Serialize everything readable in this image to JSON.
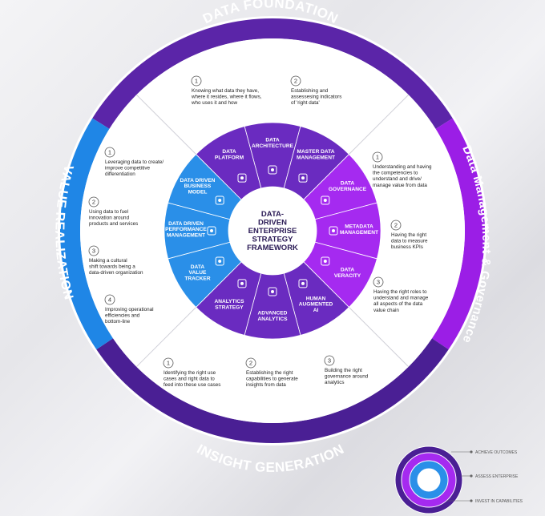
{
  "colors": {
    "purple_dark": "#4a1f94",
    "purple_top": "#5b25a8",
    "violet": "#9b1ee6",
    "blue": "#1f86e6",
    "inner_purple": "#6a2bc0",
    "inner_violet": "#a52af0",
    "inner_blue": "#2a8fe8"
  },
  "ring": {
    "top": "DATA FOUNDATION",
    "right": "Data Management & Governance",
    "bottom": "INSIGHT GENERATION",
    "left": "VALUE REALIZATION"
  },
  "core": [
    "DATA-",
    "DRIVEN",
    "ENTERPRISE",
    "STRATEGY",
    "FRAMEWORK"
  ],
  "segments": [
    {
      "lines": [
        "DATA",
        "ARCHITECTURE"
      ],
      "icon": "architecture-icon"
    },
    {
      "lines": [
        "MASTER DATA",
        "MANAGEMENT"
      ],
      "icon": "database-icon"
    },
    {
      "lines": [
        "DATA",
        "GOVERNANCE"
      ],
      "icon": "globe-icon"
    },
    {
      "lines": [
        "METADATA",
        "MANAGEMENT"
      ],
      "icon": "metadata-icon"
    },
    {
      "lines": [
        "DATA",
        "VERACITY"
      ],
      "icon": "heart-shield-icon"
    },
    {
      "lines": [
        "HUMAN",
        "AUGMENTED",
        "AI"
      ],
      "icon": "robot-icon"
    },
    {
      "lines": [
        "ADVANCED",
        "ANALYTICS"
      ],
      "icon": "gear-icon"
    },
    {
      "lines": [
        "ANALYTICS",
        "STRATEGY"
      ],
      "icon": "chess-knight-icon"
    },
    {
      "lines": [
        "DATA",
        "VALUE",
        "TRACKER"
      ],
      "icon": "cogs-icon"
    },
    {
      "lines": [
        "DATA DRIVEN",
        "PERFORMANCE",
        "MANAGEMENT"
      ],
      "icon": "settings-doc-icon"
    },
    {
      "lines": [
        "DATA DRIVEN",
        "BUSINESS",
        "MODEL"
      ],
      "icon": "chart-icon"
    },
    {
      "lines": [
        "DATA",
        "PLATFORM"
      ],
      "icon": "layers-icon"
    }
  ],
  "items": {
    "top": [
      {
        "n": "1",
        "lines": [
          "Knowing what data they have,",
          "where it resides, where it flows,",
          "who uses it and how"
        ]
      },
      {
        "n": "2",
        "lines": [
          "Establishing and",
          "assessesing indicators",
          "of 'right data'"
        ]
      }
    ],
    "right": [
      {
        "n": "1",
        "lines": [
          "Understanding and having",
          "the competencies to",
          "understand and drive/",
          "manage value from data"
        ]
      },
      {
        "n": "2",
        "lines": [
          "Having the right",
          "data to measure",
          "business KPIs"
        ]
      },
      {
        "n": "3",
        "lines": [
          "Having the right roles to",
          "understand and manage",
          "all aspects of the data",
          "value chain"
        ]
      }
    ],
    "bottom": [
      {
        "n": "1",
        "lines": [
          "Identifying the right use",
          "cases and right data to",
          "feed into these use cases"
        ]
      },
      {
        "n": "2",
        "lines": [
          "Establishing the right",
          "capabilities to generate",
          "insights from data"
        ]
      },
      {
        "n": "3",
        "lines": [
          "Building the right",
          "governance around",
          "analytics"
        ]
      }
    ],
    "left": [
      {
        "n": "1",
        "lines": [
          "Leveraging data to create/",
          "improve competitive",
          "differentiation"
        ]
      },
      {
        "n": "2",
        "lines": [
          "Using data to fuel",
          "innovation around",
          "products and services"
        ]
      },
      {
        "n": "3",
        "lines": [
          "Making a cultural",
          "shift towards being a",
          "data-driven organization"
        ]
      },
      {
        "n": "4",
        "lines": [
          "Improving operational",
          "efficiencies and",
          "bottom-line"
        ]
      }
    ]
  },
  "legend": [
    "ACHIEVE OUTCOMES",
    "ASSESS ENTERPRISE",
    "INVEST IN CAPABILITIES"
  ]
}
